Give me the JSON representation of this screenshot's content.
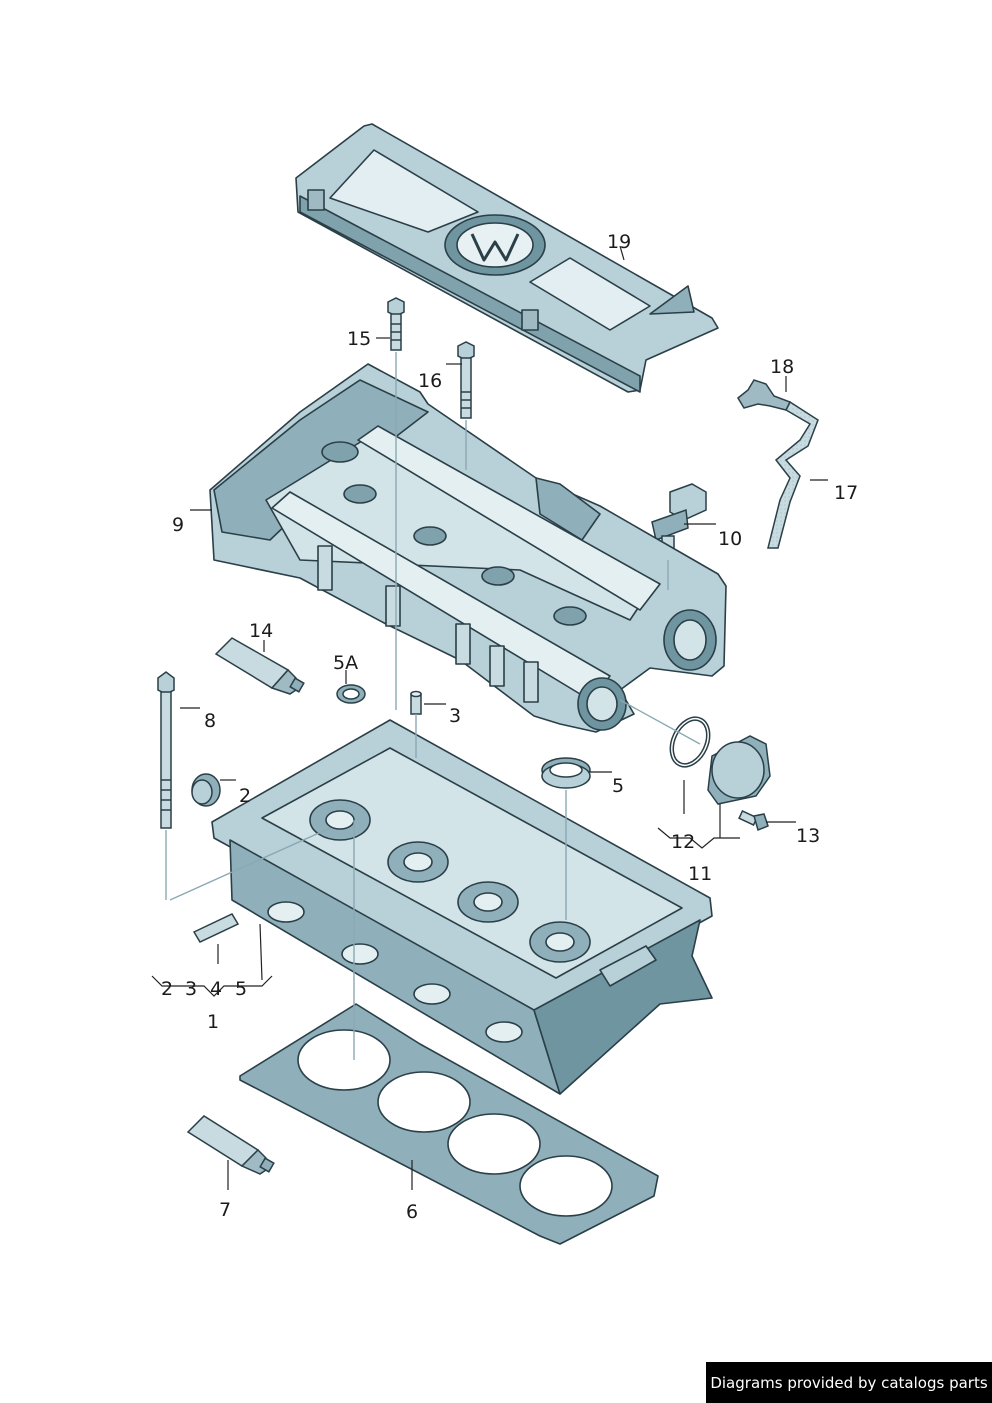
{
  "diagram": {
    "colors": {
      "part_fill": "#c7dbe0",
      "part_fill_dark": "#8fb0ba",
      "part_fill_deep": "#6f95a1",
      "outline": "#2a3f47",
      "leader": "#222222",
      "hidden_line": "#8aa9b3"
    },
    "callouts": {
      "c19": "19",
      "c15": "15",
      "c16": "16",
      "c18": "18",
      "c17": "17",
      "c9": "9",
      "c10": "10",
      "c14": "14",
      "c5A": "5A",
      "c3": "3",
      "c8": "8",
      "c2": "2",
      "c5": "5",
      "c12": "12",
      "c13": "13",
      "c11": "11",
      "g2": "2",
      "g3": "3",
      "g4": "4",
      "g5": "5",
      "c1": "1",
      "c7": "7",
      "c6": "6"
    },
    "credit": "Diagrams provided by catalogs parts"
  }
}
